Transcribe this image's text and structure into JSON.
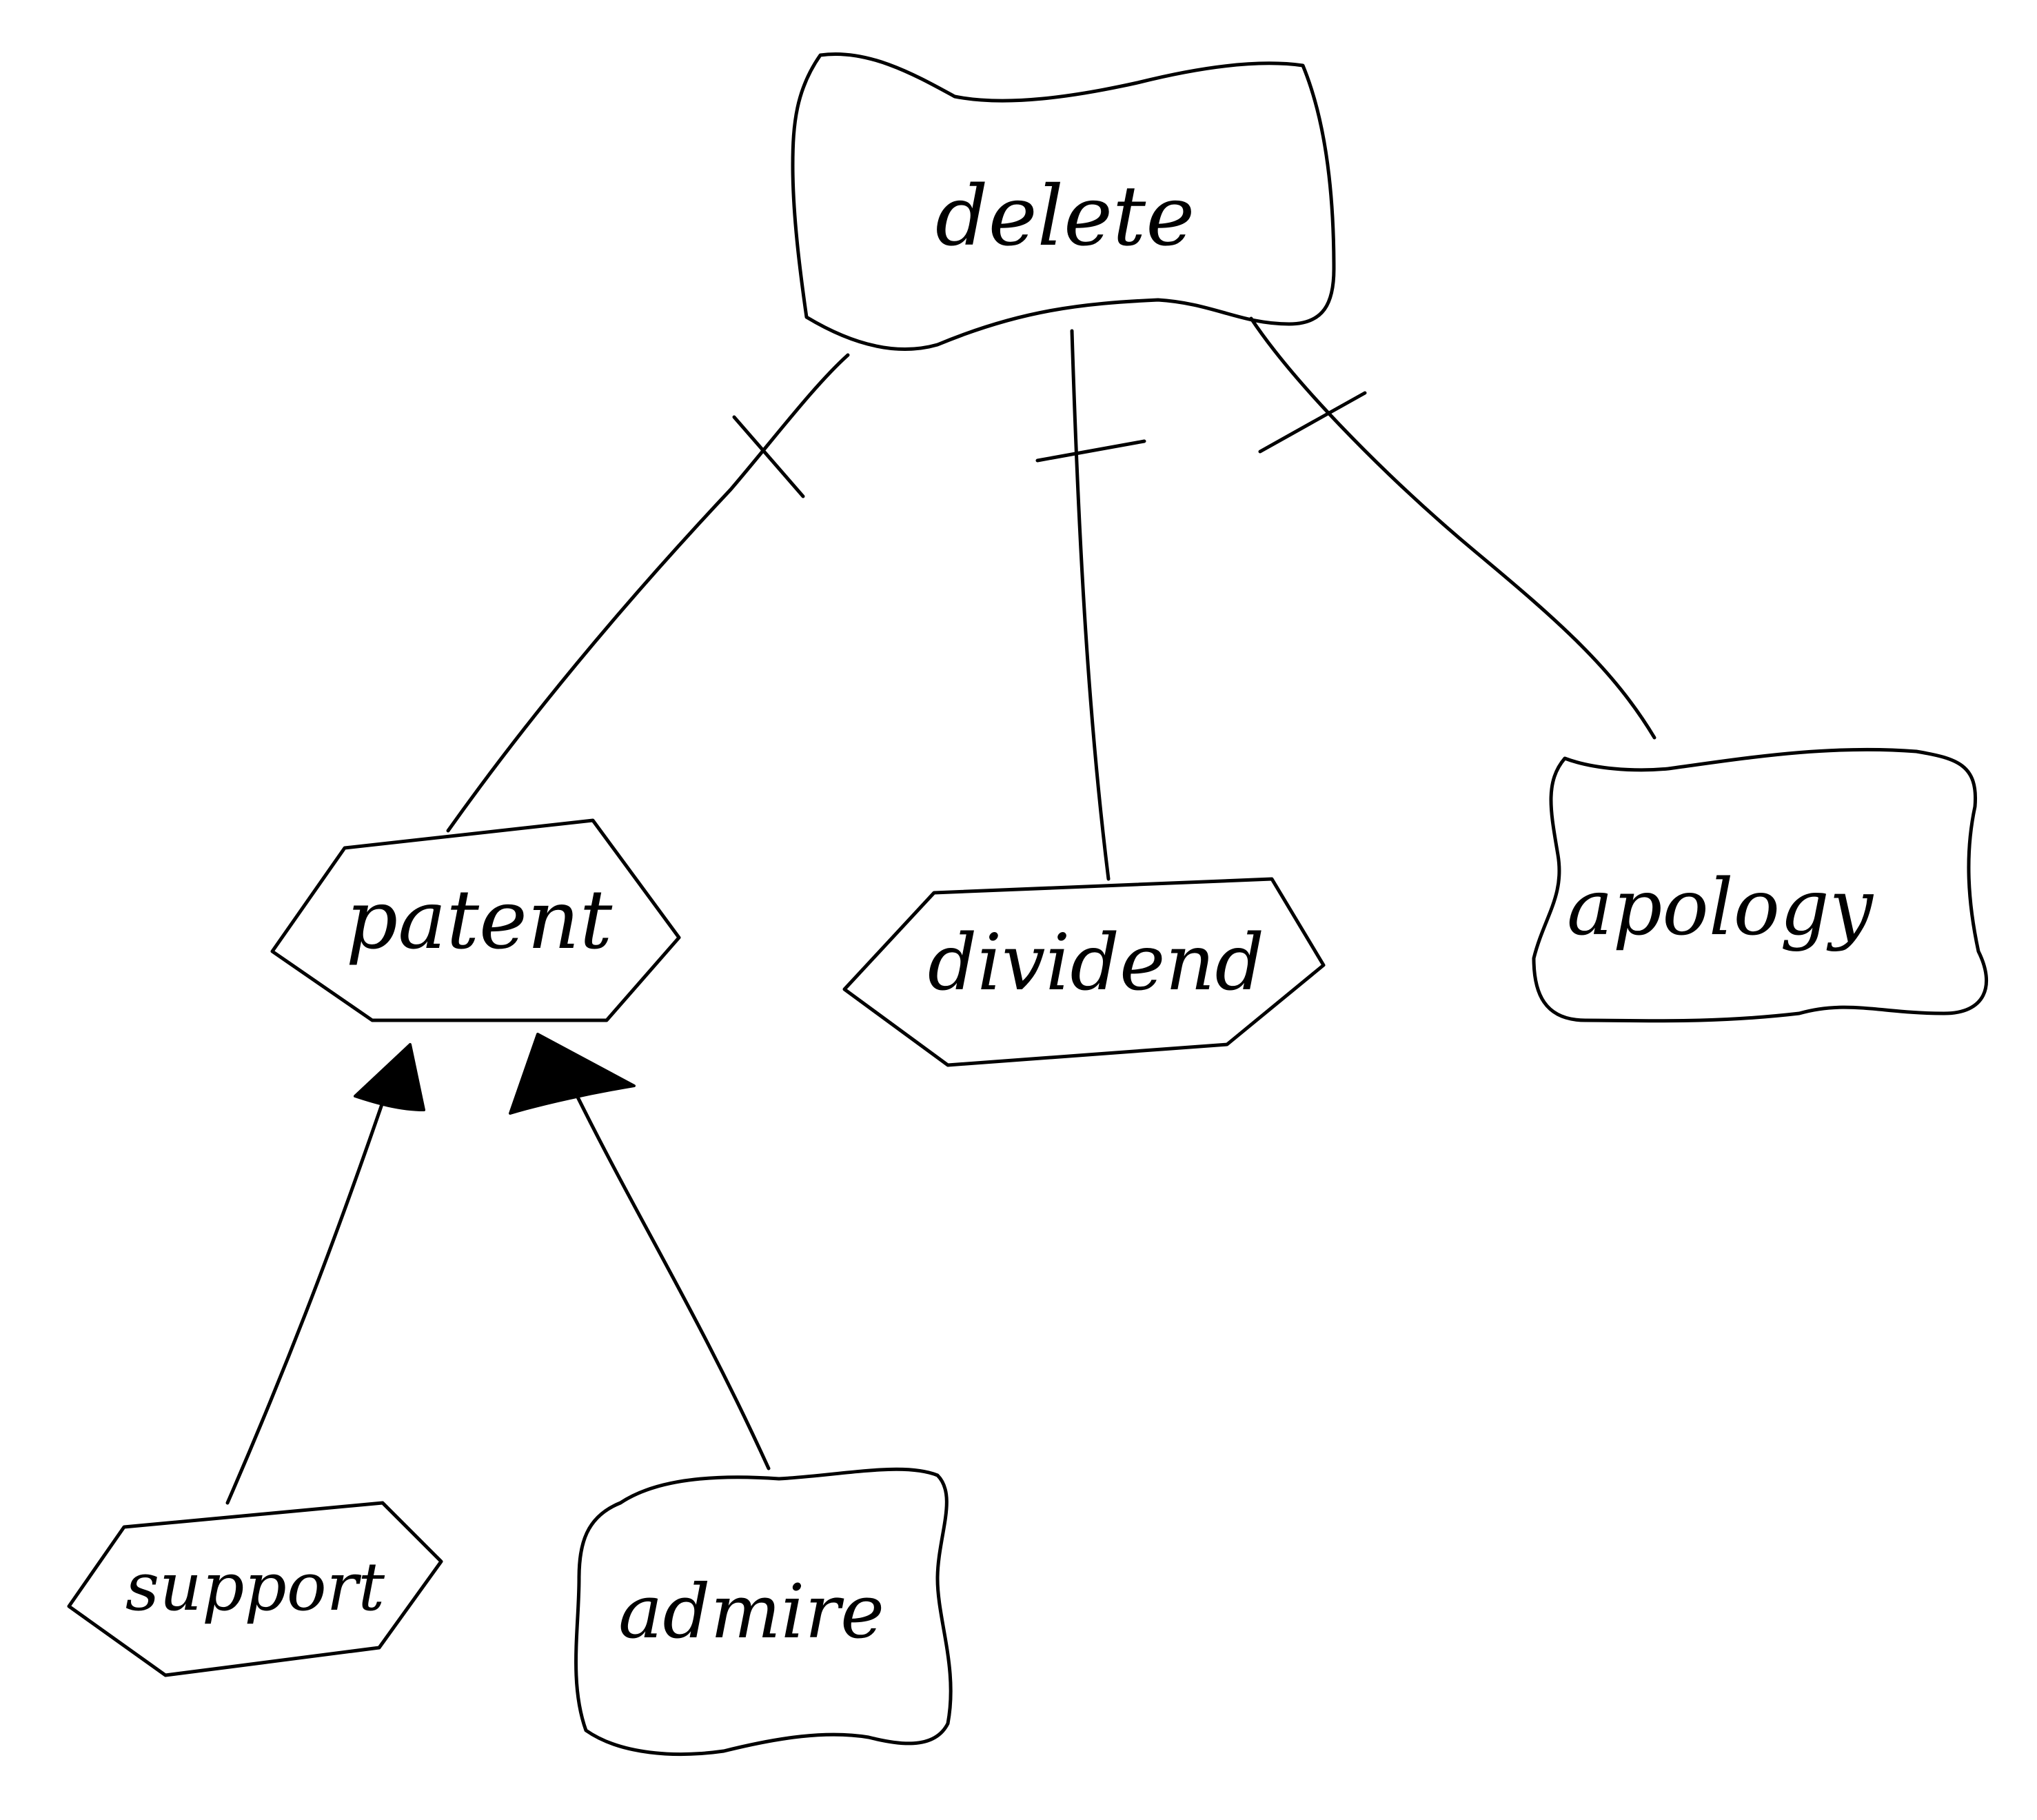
{
  "nodes": {
    "delete": {
      "label": "delete",
      "shape": "cloud-rectangle"
    },
    "patent": {
      "label": "patent",
      "shape": "hexagon"
    },
    "dividend": {
      "label": "dividend",
      "shape": "hexagon"
    },
    "apology": {
      "label": "apology",
      "shape": "cloud-rectangle"
    },
    "support": {
      "label": "support",
      "shape": "hexagon"
    },
    "admire": {
      "label": "admire",
      "shape": "cloud-rectangle"
    }
  },
  "edges": [
    {
      "from": "delete",
      "to": "patent",
      "style": "line with crossbar"
    },
    {
      "from": "delete",
      "to": "dividend",
      "style": "line with crossbar"
    },
    {
      "from": "delete",
      "to": "apology",
      "style": "line with crossbar"
    },
    {
      "from": "support",
      "to": "patent",
      "style": "filled arrowhead"
    },
    {
      "from": "admire",
      "to": "patent",
      "style": "filled arrowhead"
    }
  ],
  "colors": {
    "ink": "#000000",
    "paper": "#ffffff"
  }
}
